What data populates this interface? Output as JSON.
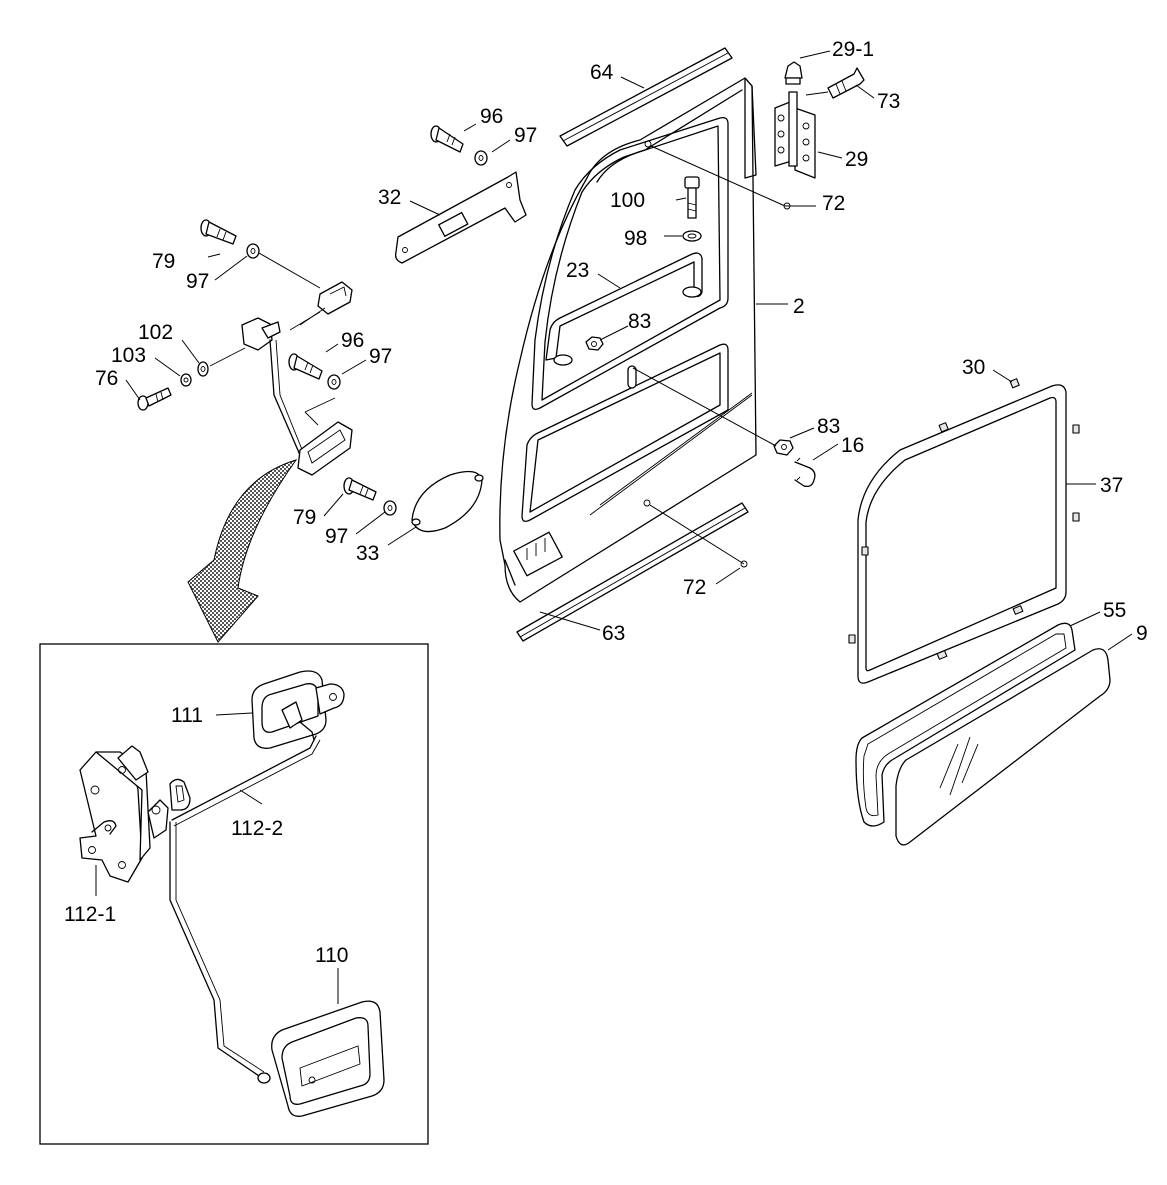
{
  "callouts": [
    {
      "id": "64",
      "text": "64"
    },
    {
      "id": "29-1",
      "text": "29-1"
    },
    {
      "id": "73",
      "text": "73"
    },
    {
      "id": "96a",
      "text": "96"
    },
    {
      "id": "97a",
      "text": "97"
    },
    {
      "id": "29",
      "text": "29"
    },
    {
      "id": "32",
      "text": "32"
    },
    {
      "id": "100",
      "text": "100"
    },
    {
      "id": "72a",
      "text": "72"
    },
    {
      "id": "98",
      "text": "98"
    },
    {
      "id": "79a",
      "text": "79"
    },
    {
      "id": "97b",
      "text": "97"
    },
    {
      "id": "23",
      "text": "23"
    },
    {
      "id": "2",
      "text": "2"
    },
    {
      "id": "83a",
      "text": "83"
    },
    {
      "id": "102",
      "text": "102"
    },
    {
      "id": "96b",
      "text": "96"
    },
    {
      "id": "97c",
      "text": "97"
    },
    {
      "id": "103",
      "text": "103"
    },
    {
      "id": "76",
      "text": "76"
    },
    {
      "id": "30",
      "text": "30"
    },
    {
      "id": "83b",
      "text": "83"
    },
    {
      "id": "16",
      "text": "16"
    },
    {
      "id": "37",
      "text": "37"
    },
    {
      "id": "79b",
      "text": "79"
    },
    {
      "id": "97d",
      "text": "97"
    },
    {
      "id": "33",
      "text": "33"
    },
    {
      "id": "72b",
      "text": "72"
    },
    {
      "id": "63",
      "text": "63"
    },
    {
      "id": "55",
      "text": "55"
    },
    {
      "id": "9",
      "text": "9"
    },
    {
      "id": "111",
      "text": "111"
    },
    {
      "id": "112-2",
      "text": "112-2"
    },
    {
      "id": "112-1",
      "text": "112-1"
    },
    {
      "id": "110",
      "text": "110"
    }
  ]
}
